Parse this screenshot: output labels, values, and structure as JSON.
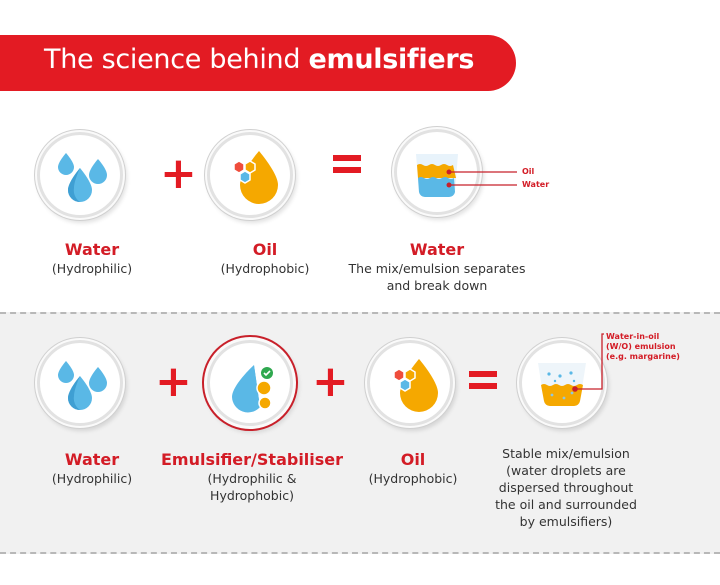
{
  "title": {
    "prefix": "The science behind ",
    "bold": "emulsifiers"
  },
  "colors": {
    "brand_red": "#e31b23",
    "water_blue": "#5ab8e6",
    "oil_orange": "#f5a800",
    "band_grey": "#f1f1f1"
  },
  "row1": {
    "operators": [
      "+",
      "="
    ],
    "items": [
      {
        "icon": "water-drops-icon",
        "title": "Water",
        "subtitle": "(Hydrophilic)"
      },
      {
        "icon": "oil-drop-icon",
        "title": "Oil",
        "subtitle": "(Hydrophobic)"
      },
      {
        "icon": "separated-beaker-icon",
        "title": "Water",
        "subtitle_lines": [
          "The mix/emulsion separates",
          "and break down"
        ]
      }
    ],
    "beaker_callouts": [
      "Oil",
      "Water"
    ]
  },
  "row2": {
    "operators": [
      "+",
      "+",
      "="
    ],
    "items": [
      {
        "icon": "water-drops-icon",
        "title": "Water",
        "subtitle": "(Hydrophilic)"
      },
      {
        "icon": "emulsifier-icon",
        "title": "Emulsifier/Stabiliser",
        "subtitle_lines": [
          "(Hydrophilic &",
          "Hydrophobic)"
        ]
      },
      {
        "icon": "oil-drop-icon",
        "title": "Oil",
        "subtitle": "(Hydrophobic)"
      },
      {
        "icon": "emulsion-beaker-icon",
        "title": "",
        "subtitle_lines": [
          "Stable mix/emulsion",
          "(water droplets are",
          "dispersed throughout",
          "the oil and surrounded",
          "by emulsifiers)"
        ]
      }
    ],
    "callout_lines": [
      "Water-in-oil",
      "(W/O) emulsion",
      "(e.g. margarine)"
    ]
  }
}
